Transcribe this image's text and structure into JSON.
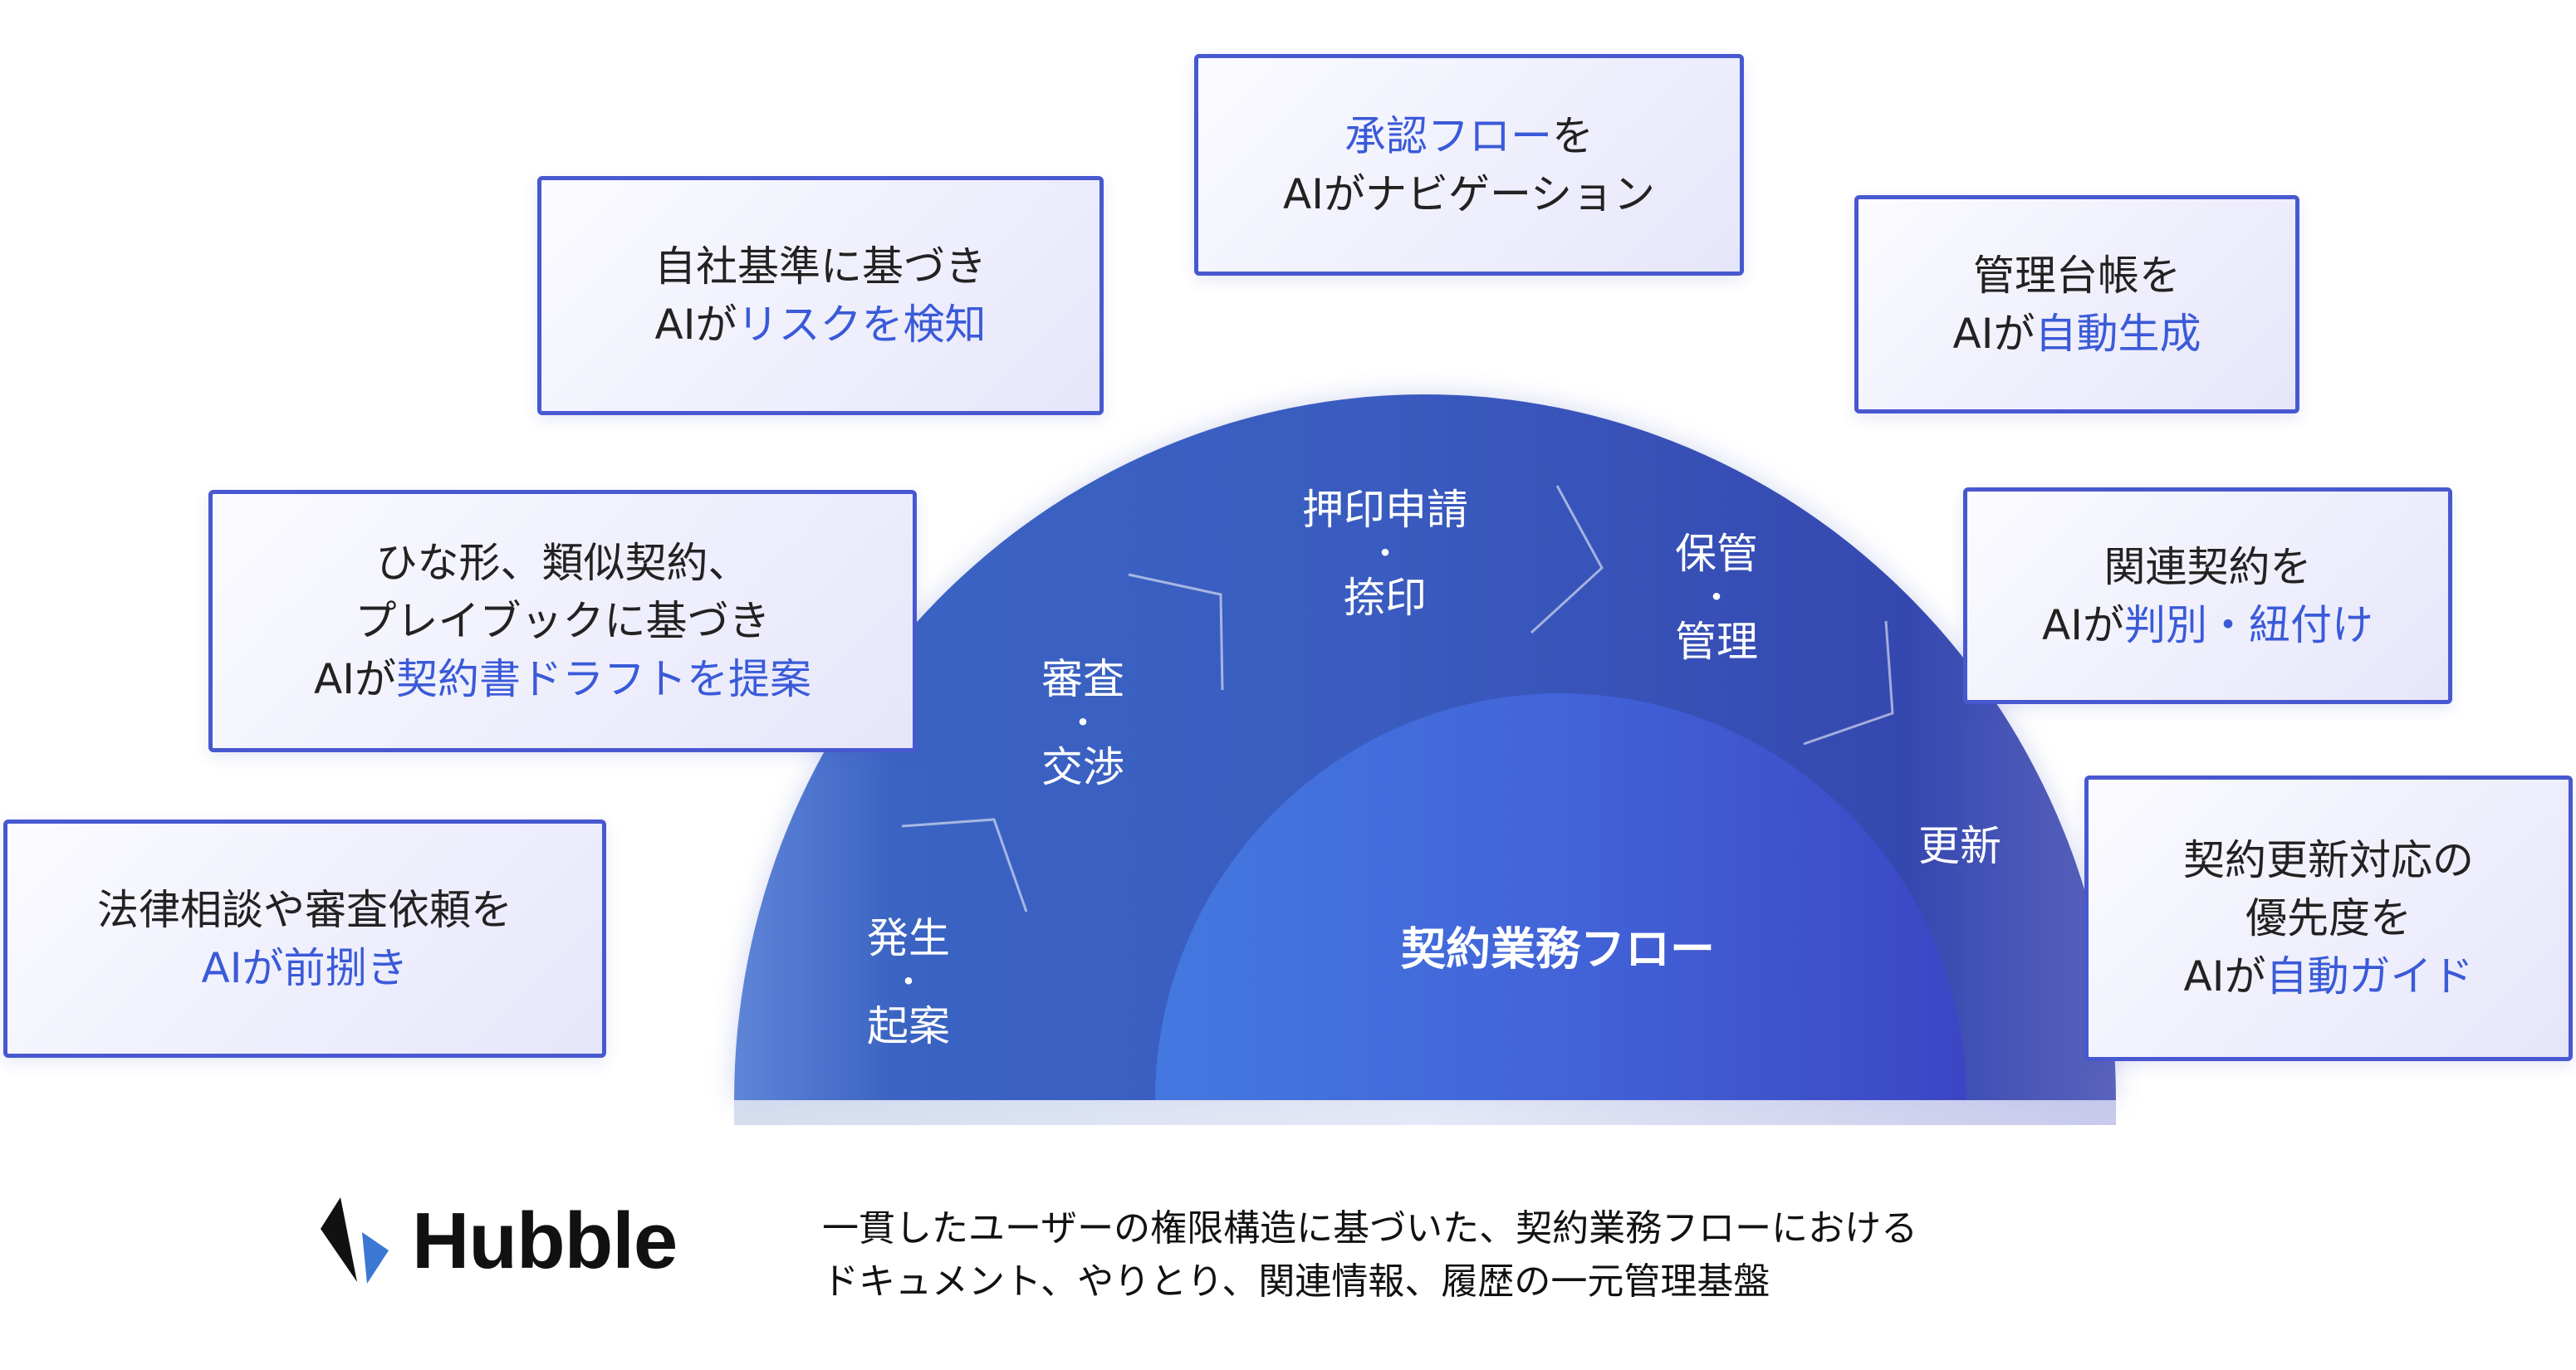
{
  "boxes": [
    {
      "id": "approval-flow",
      "lines": [
        [
          {
            "t": "承認フロー",
            "hl": true
          },
          {
            "t": "を"
          }
        ],
        [
          {
            "t": "AIがナビゲーション"
          }
        ]
      ]
    },
    {
      "id": "risk-detection",
      "lines": [
        [
          {
            "t": "自社基準に基づき"
          }
        ],
        [
          {
            "t": "AIが"
          },
          {
            "t": "リスクを検知",
            "hl": true
          }
        ]
      ]
    },
    {
      "id": "ledger-generation",
      "lines": [
        [
          {
            "t": "管理台帳を"
          }
        ],
        [
          {
            "t": "AIが"
          },
          {
            "t": "自動生成",
            "hl": true
          }
        ]
      ]
    },
    {
      "id": "draft-proposal",
      "lines": [
        [
          {
            "t": "ひな形、類似契約、"
          }
        ],
        [
          {
            "t": "プレイブックに基づき"
          }
        ],
        [
          {
            "t": "AIが"
          },
          {
            "t": "契約書ドラフトを提案",
            "hl": true
          }
        ]
      ]
    },
    {
      "id": "related-contracts",
      "lines": [
        [
          {
            "t": "関連契約を"
          }
        ],
        [
          {
            "t": "AIが"
          },
          {
            "t": "判別・紐付け",
            "hl": true
          }
        ]
      ]
    },
    {
      "id": "legal-consultation",
      "lines": [
        [
          {
            "t": "法律相談や審査依頼を"
          }
        ],
        [
          {
            "t": "AIが前捌き",
            "hl": true
          }
        ]
      ]
    },
    {
      "id": "renewal-guide",
      "lines": [
        [
          {
            "t": "契約更新対応の"
          }
        ],
        [
          {
            "t": "優先度を"
          }
        ],
        [
          {
            "t": "AIが"
          },
          {
            "t": "自動ガイド",
            "hl": true
          }
        ]
      ]
    }
  ],
  "stages": [
    {
      "top": "発生",
      "dot": "・",
      "bottom": "起案"
    },
    {
      "top": "審査",
      "dot": "・",
      "bottom": "交渉"
    },
    {
      "top": "押印申請",
      "dot": "・",
      "bottom": "捺印"
    },
    {
      "top": "保管",
      "dot": "・",
      "bottom": "管理"
    },
    {
      "top": "更新"
    }
  ],
  "center_title": "契約業務フロー",
  "logo": {
    "text": "Hubble"
  },
  "tagline": [
    "一貫したユーザーの権限構造に基づいた、契約業務フローにおける",
    "ドキュメント、やりとり、関連情報、履歴の一元管理基盤"
  ],
  "colors": {
    "box_border": "#4858d0",
    "highlight": "#3a5ad8",
    "dome": "#3a5cc0",
    "dome_inner": "#4264d8"
  }
}
